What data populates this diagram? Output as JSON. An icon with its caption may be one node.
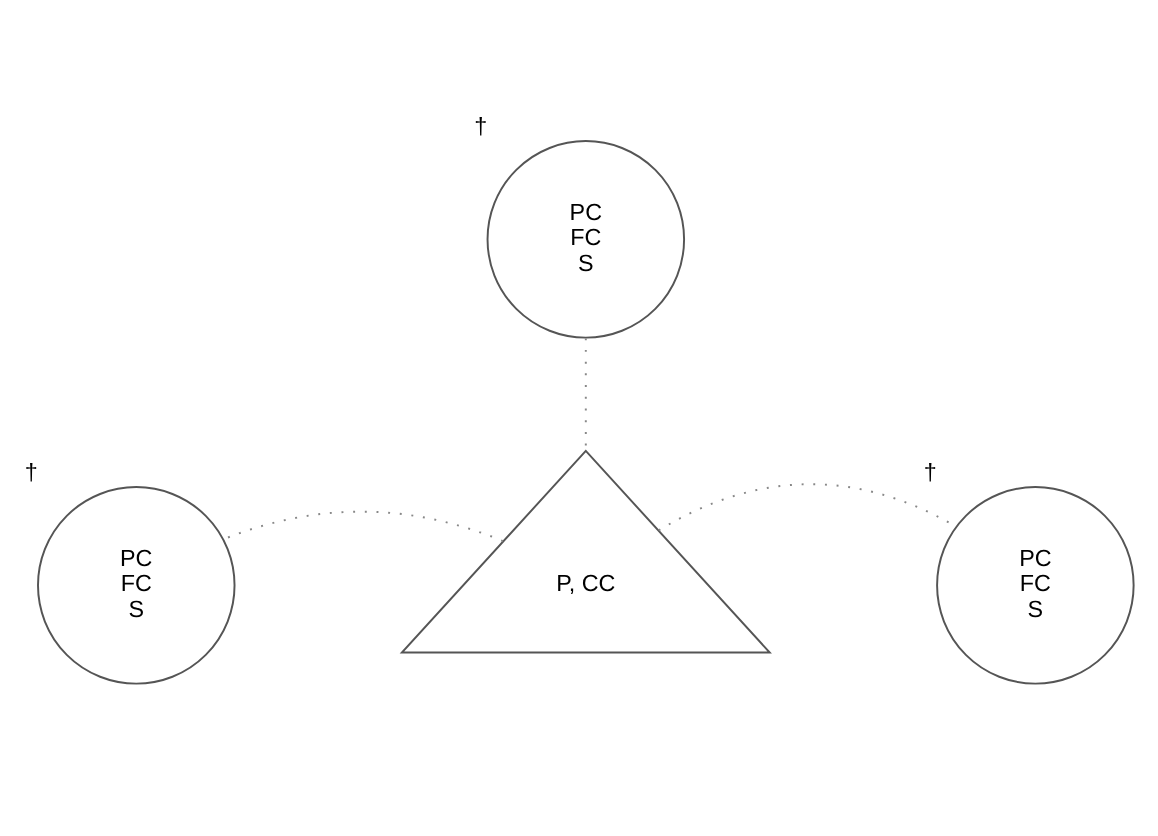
{
  "diagram": {
    "nodes": [
      {
        "text": [
          "PC",
          "FC",
          "S"
        ],
        "beside": [
          "†"
        ]
      },
      {
        "text": [
          "PC",
          "FC",
          "S"
        ],
        "beside": [
          "†"
        ]
      },
      {
        "text": [
          "P, CC"
        ]
      },
      {
        "text": [
          "PC",
          "FC",
          "S"
        ],
        "beside": [
          "†"
        ]
      }
    ],
    "edges": [
      {
        "from": 2,
        "to": 0,
        "arrow": "none",
        "style": "dashed"
      },
      {
        "from": 2,
        "to": 1,
        "arrow": "none",
        "style": "dashed"
      },
      {
        "from": 2,
        "to": 3,
        "arrow": "none",
        "style": "dashed"
      }
    ]
  }
}
